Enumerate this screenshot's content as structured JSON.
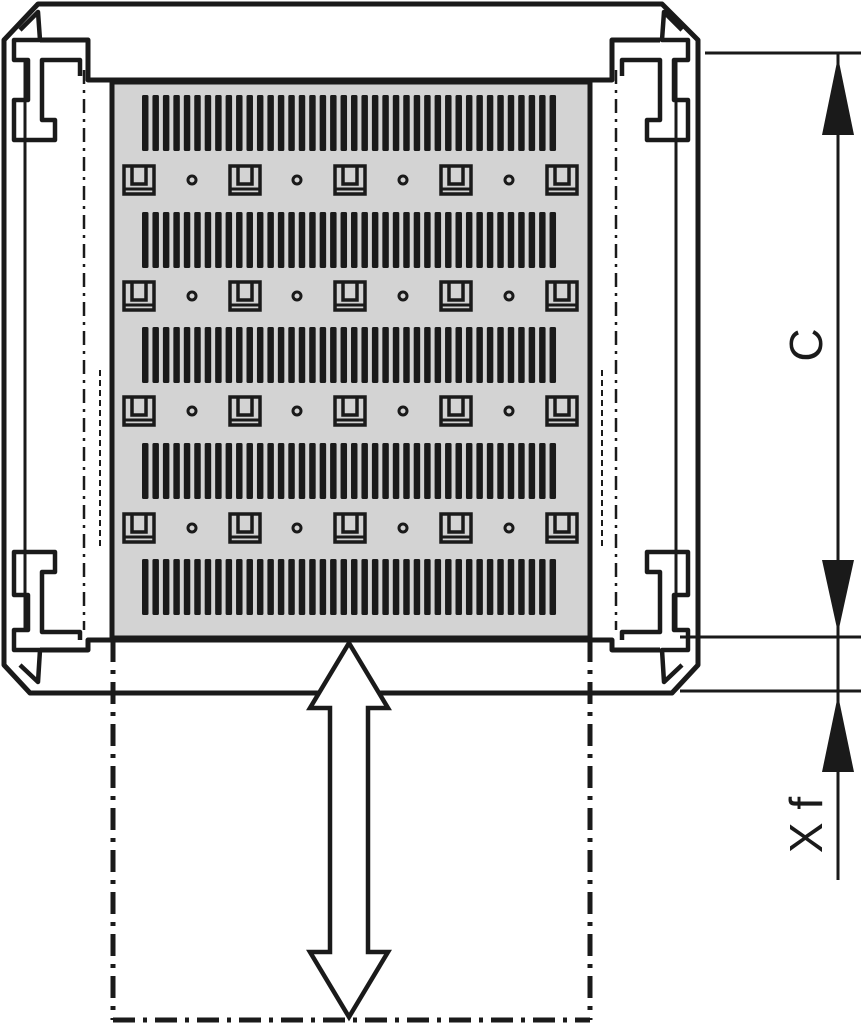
{
  "diagram": {
    "dimension_labels": {
      "height": "C",
      "extension": "X f"
    },
    "shelf": {
      "vent_rows": 5,
      "slots_per_row": 40,
      "mount_rows": 4,
      "mounts_per_row": 5,
      "holes_per_row": 4
    },
    "colors": {
      "line": "#1a1a1a",
      "shelf_fill": "#d3d3d3",
      "background": "#ffffff"
    },
    "icons": {
      "travel_arrow": "double-arrow-vertical",
      "dimension_arrow": "filled-arrowhead"
    }
  }
}
